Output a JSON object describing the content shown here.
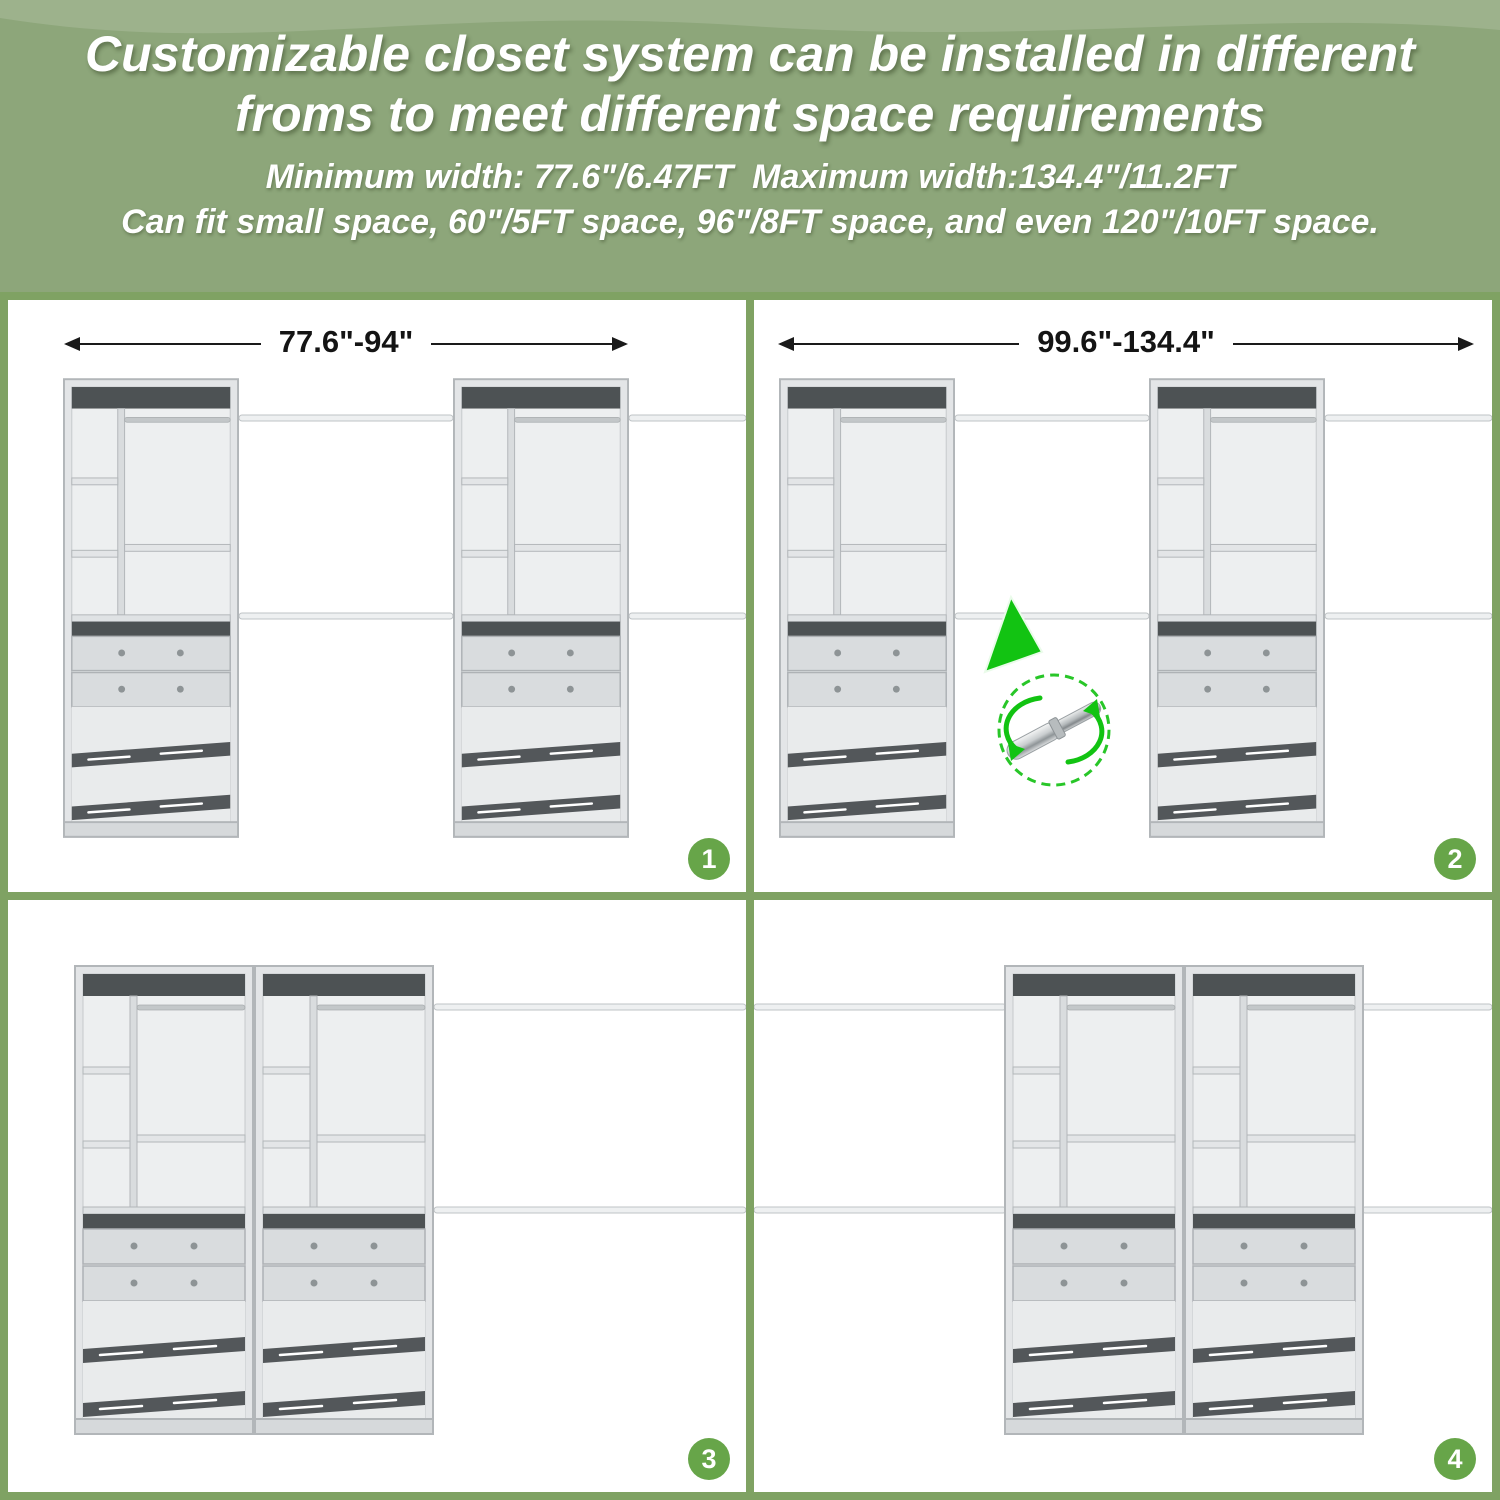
{
  "header": {
    "title_line1": "Customizable closet system can be installed in different",
    "title_line2": "froms to meet different space requirements",
    "subtitle_line1": "Minimum width: 77.6\"/6.47FT  Maximum width:134.4\"/11.2FT",
    "subtitle_line2": "Can fit small space, 60\"/5FT space, 96\"/8FT space, and even 120\"/10FT space."
  },
  "panels": [
    {
      "dimension_label": "77.6\"-94\"",
      "badge": "1"
    },
    {
      "dimension_label": "99.6\"-134.4\"",
      "badge": "2"
    },
    {
      "badge": "3"
    },
    {
      "badge": "4"
    }
  ],
  "icons": {
    "rotation_indicator": "telescopic-extendable-rod",
    "green_arrow": "pointer-arrow"
  },
  "colors": {
    "header_green": "#8da67a",
    "grid_border_green": "#7fa263",
    "badge_green": "#67a549",
    "accent_green": "#12c312",
    "cabinet_gray": "#e3e5e7",
    "dark_shelf": "#4d5254"
  }
}
